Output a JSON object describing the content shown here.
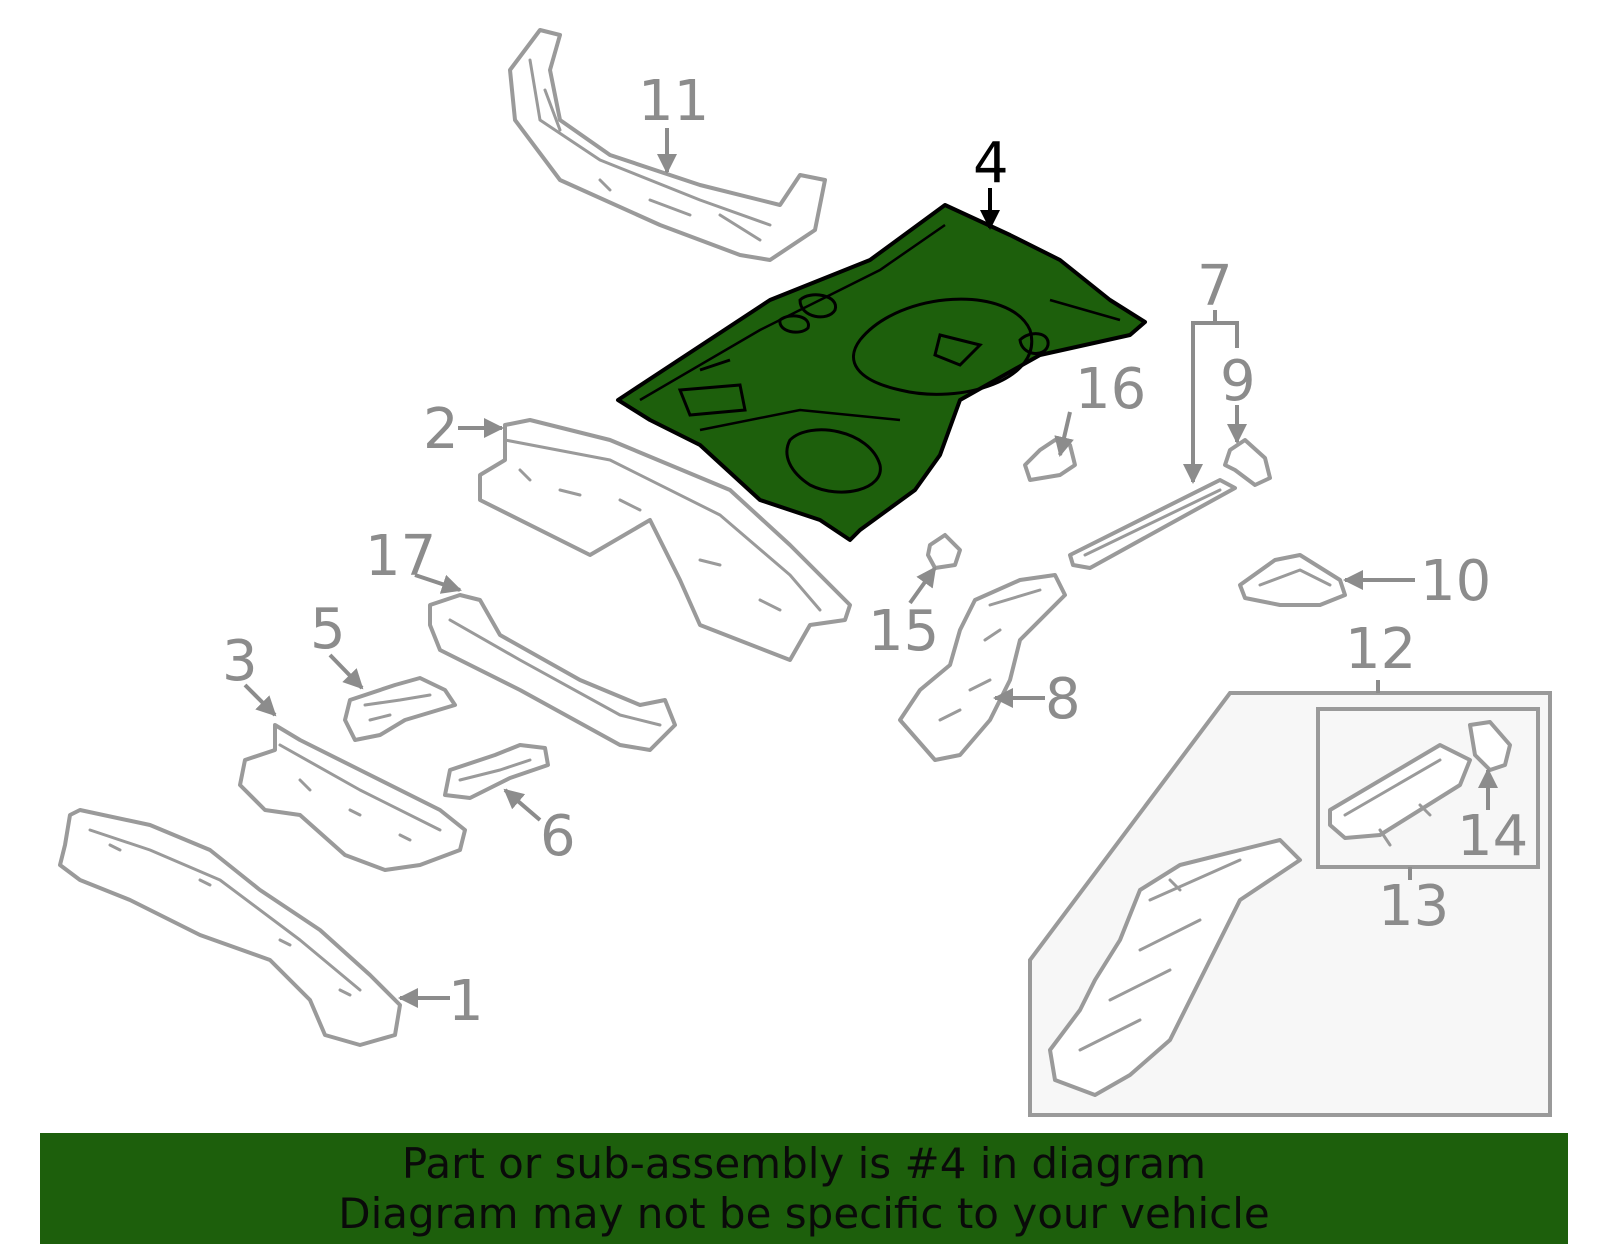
{
  "callouts": [
    "1",
    "2",
    "3",
    "4",
    "5",
    "6",
    "7",
    "8",
    "9",
    "10",
    "11",
    "12",
    "13",
    "14",
    "15",
    "16",
    "17"
  ],
  "highlighted_callout": "4",
  "colors": {
    "highlight_fill": "#1d5f0c",
    "highlight_stroke": "#000000",
    "part_stroke": "#9a9a9a",
    "callout_text": "#8c8c8c",
    "banner_background": "#1d5f0c",
    "inset_background": "#f7f7f7"
  },
  "banner": {
    "line1": "Part or sub-assembly is #4 in diagram",
    "line2": "Diagram may not be specific to your vehicle"
  }
}
